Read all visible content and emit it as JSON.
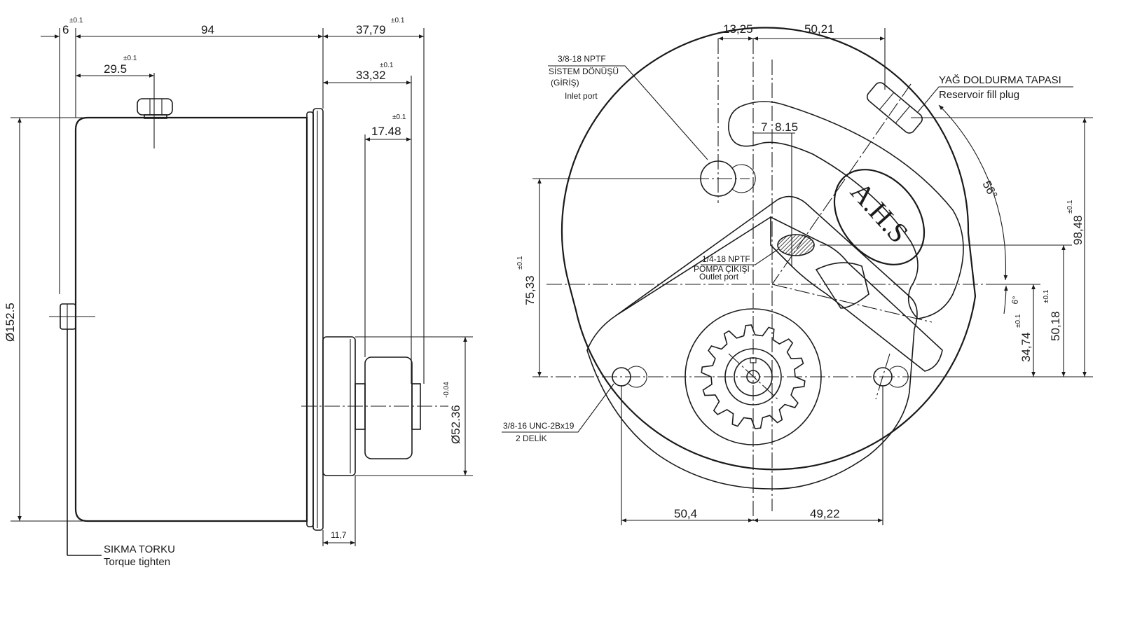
{
  "side_view": {
    "dims": {
      "d6": "6",
      "d94": "94",
      "d3779": "37,79",
      "d295": "29.5",
      "d3332": "33,32",
      "d1748": "17.48",
      "d1525": "Ø152.5",
      "d5236": "Ø52.36",
      "d117": "11,7"
    },
    "tolerances": {
      "t6": "±0.1",
      "t3779": "±0.1",
      "t295": "±0.1",
      "t3332": "±0.1",
      "t1748": "±0.1",
      "t5236": "-0.04"
    },
    "torque_tr": "SIKMA TORKU",
    "torque_en": "Torque tighten"
  },
  "front_view": {
    "dims": {
      "d1325": "13,25",
      "d5021": "50,21",
      "d7": "7",
      "d815": "8.15",
      "d56": "56°",
      "d9848": "98,48",
      "d7533": "75,33",
      "d6deg": "6°",
      "d3474": "34,74",
      "d5018": "50,18",
      "d504": "50,4",
      "d4922": "49,22"
    },
    "tolerances": {
      "t9848": "±0.1",
      "t7533": "±0.1",
      "t3474": "±0.1",
      "t5018": "±0.1"
    },
    "inlet": {
      "spec": "3/8-18 NPTF",
      "tr": "SİSTEM DÖNÜŞÜ",
      "tr2": "(GİRİŞ)",
      "en": "Inlet port"
    },
    "outlet": {
      "spec": "1/4-18 NPTF",
      "tr": "POMPA ÇIKIŞI",
      "en": "Outlet port"
    },
    "filler": {
      "tr": "YAĞ DOLDURMA TAPASI",
      "en": "Reservoir fill plug"
    },
    "mount": {
      "spec": "3/8-16 UNC-2Bx19",
      "count": "2  DELİK"
    },
    "logo": "A.H.S"
  }
}
